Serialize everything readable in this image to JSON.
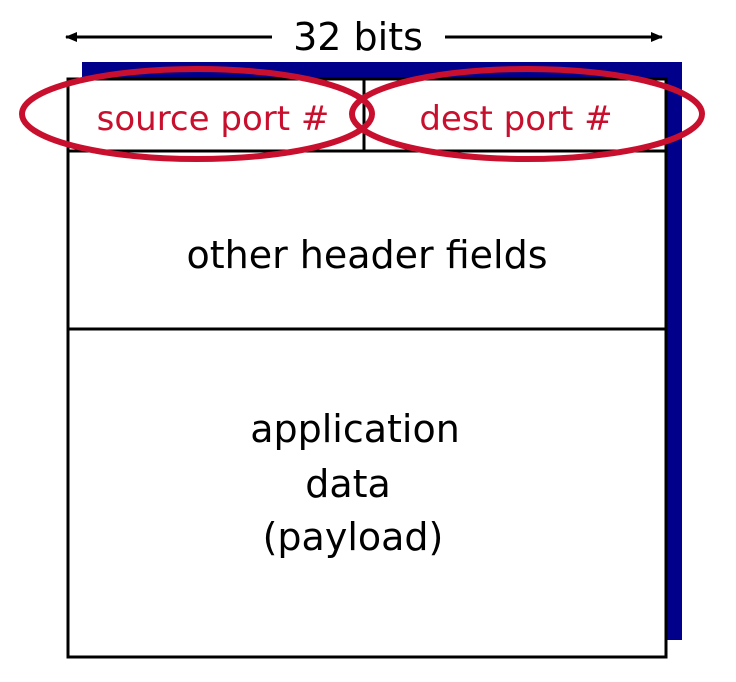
{
  "width_label": "32 bits",
  "fields": {
    "source_port": "source port #",
    "dest_port": "dest port #",
    "other_header": "other header fields"
  },
  "payload_lines": [
    "application",
    "data",
    "(payload)"
  ],
  "colors": {
    "highlight": "#c8102e",
    "shadow": "#00008b",
    "outline": "#000000",
    "text": "#000000"
  }
}
